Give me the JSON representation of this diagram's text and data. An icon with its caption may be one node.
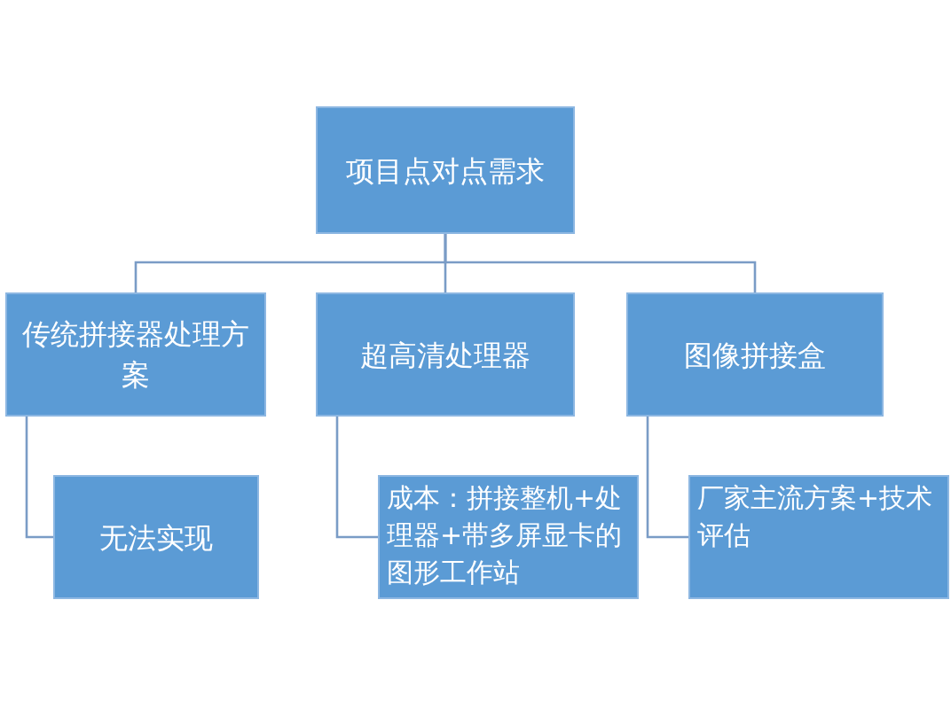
{
  "diagram": {
    "nodes": [
      {
        "text": [
          "项目点对点需求"
        ]
      },
      {
        "text": [
          "传统拼接器处理方案"
        ]
      },
      {
        "text": [
          "超高清处理器"
        ]
      },
      {
        "text": [
          "图像拼接盒"
        ]
      },
      {
        "text": [
          "无法实现"
        ]
      },
      {
        "text": [
          "成本：拼接整机+处理器+带多屏显卡的图形工作站"
        ]
      },
      {
        "text": [
          "厂家主流方案+技术评估"
        ]
      }
    ],
    "edges": [
      {
        "from": 0,
        "to": 1,
        "arrow": "none"
      },
      {
        "from": 0,
        "to": 2,
        "arrow": "none"
      },
      {
        "from": 0,
        "to": 3,
        "arrow": "none"
      },
      {
        "from": 1,
        "to": 4,
        "arrow": "none"
      },
      {
        "from": 2,
        "to": 5,
        "arrow": "none"
      },
      {
        "from": 3,
        "to": 6,
        "arrow": "none"
      }
    ]
  }
}
